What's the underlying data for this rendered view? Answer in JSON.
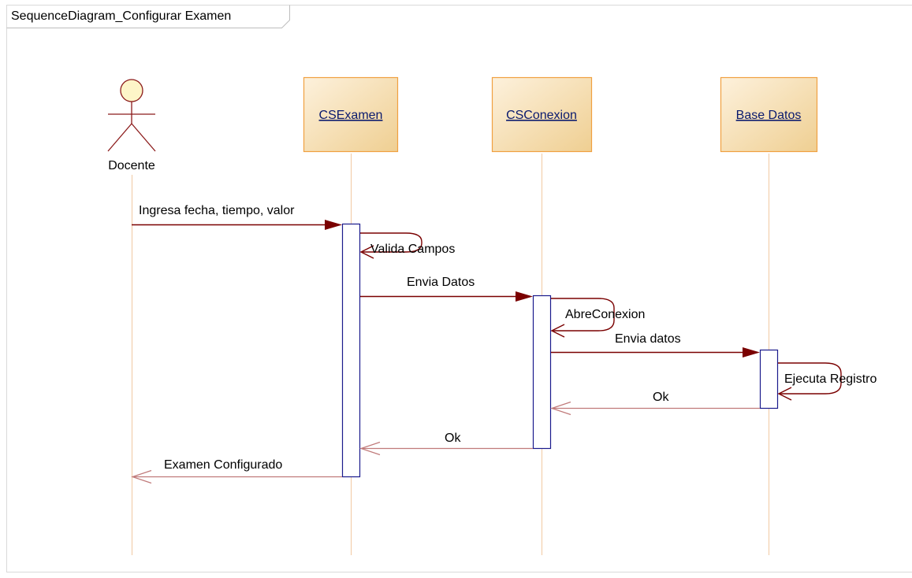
{
  "frame": {
    "title": "SequenceDiagram_Configurar Examen"
  },
  "actor": {
    "name": "Docente"
  },
  "lifelines": [
    {
      "name": "CSExamen"
    },
    {
      "name": "CSConexion"
    },
    {
      "name": "Base Datos"
    }
  ],
  "messages": {
    "m1": "Ingresa fecha, tiempo, valor",
    "m2": "Valida Campos",
    "m3": "Envia Datos",
    "m4": "AbreConexion",
    "m5": "Envia datos",
    "m6": "Ejecuta Registro",
    "m7": "Ok",
    "m8": "Ok",
    "m9": "Examen Configurado"
  },
  "colors": {
    "message": "#7a0000",
    "return": "#c07a7a",
    "lifeline": "#f1c9a2",
    "activation_border": "#1a1a8c",
    "box_border": "#f0a040",
    "actor_stroke": "#8b1a1a",
    "actor_fill": "#fdf5c8"
  }
}
